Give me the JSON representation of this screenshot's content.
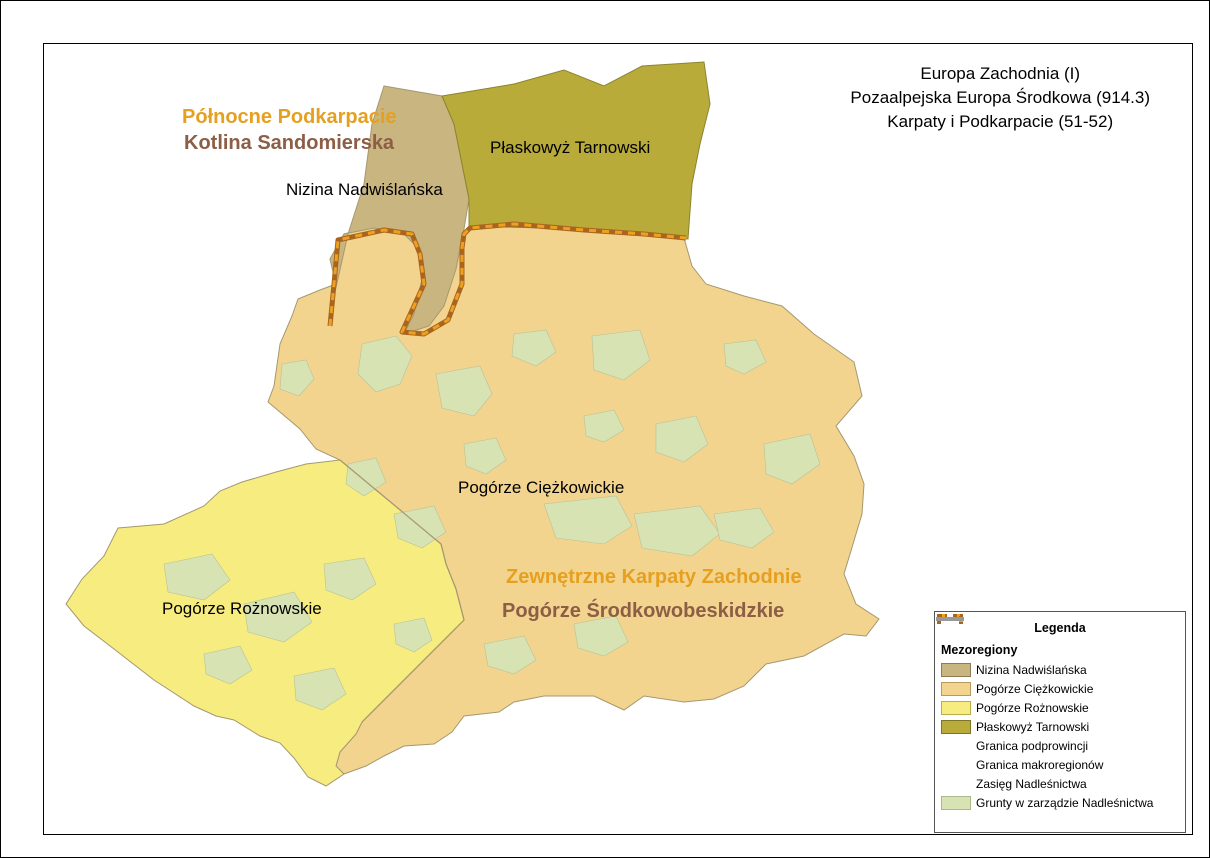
{
  "header": {
    "line1": "Europa Zachodnia (I)",
    "line2": "Pozaalpejska Europa Środkowa (914.3)",
    "line3": "Karpaty i Podkarpacie (51-52)"
  },
  "map_labels": {
    "subprovince_north": "Północne Podkarpacie",
    "macroregion_north": "Kotlina Sandomierska",
    "nizina": "Nizina Nadwiślańska",
    "plaskowyz": "Płaskowyż Tarnowski",
    "ciezkowickie": "Pogórze Ciężkowickie",
    "roznowskie": "Pogórze Rożnowskie",
    "subprovince_south": "Zewnętrzne Karpaty Zachodnie",
    "macroregion_south": "Pogórze Środkowobeskidzkie"
  },
  "legend": {
    "title": "Legenda",
    "group": "Mezoregiony",
    "items": [
      {
        "label": "Nizina Nadwiślańska",
        "color": "#c9b57f"
      },
      {
        "label": "Pogórze Ciężkowickie",
        "color": "#f2d48e"
      },
      {
        "label": "Pogórze Rożnowskie",
        "color": "#f7ec80"
      },
      {
        "label": "Płaskowyż Tarnowski",
        "color": "#b8ab3a"
      },
      {
        "label": "Granica podprowincji",
        "color": "#f0a020"
      },
      {
        "label": "Granica makroregionów",
        "color": "#a8651e"
      },
      {
        "label": "Zasięg Nadleśnictwa",
        "color": "#999999"
      },
      {
        "label": "Grunty w zarządzie Nadleśnictwa",
        "color": "#d8e3b4"
      }
    ]
  }
}
